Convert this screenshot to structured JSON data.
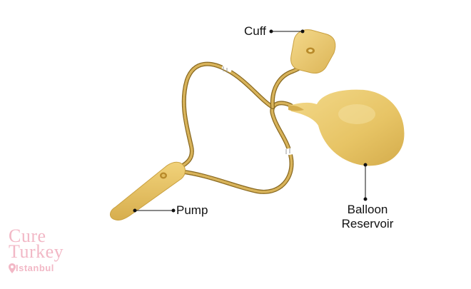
{
  "labels": {
    "cuff": "Cuff",
    "pump": "Pump",
    "reservoir_line1": "Balloon",
    "reservoir_line2": "Reservoir"
  },
  "watermark": {
    "line1": "Cure",
    "line2": "Turkey",
    "line3": "Istanbul"
  },
  "colors": {
    "device": "#e8c466",
    "device_dark": "#c9a040",
    "tube": "#c4a04a",
    "tube_dark": "#8a6a22",
    "text": "#111111",
    "watermark": "#f2b8c6"
  },
  "icons": {
    "pin": "location-pin-icon"
  }
}
